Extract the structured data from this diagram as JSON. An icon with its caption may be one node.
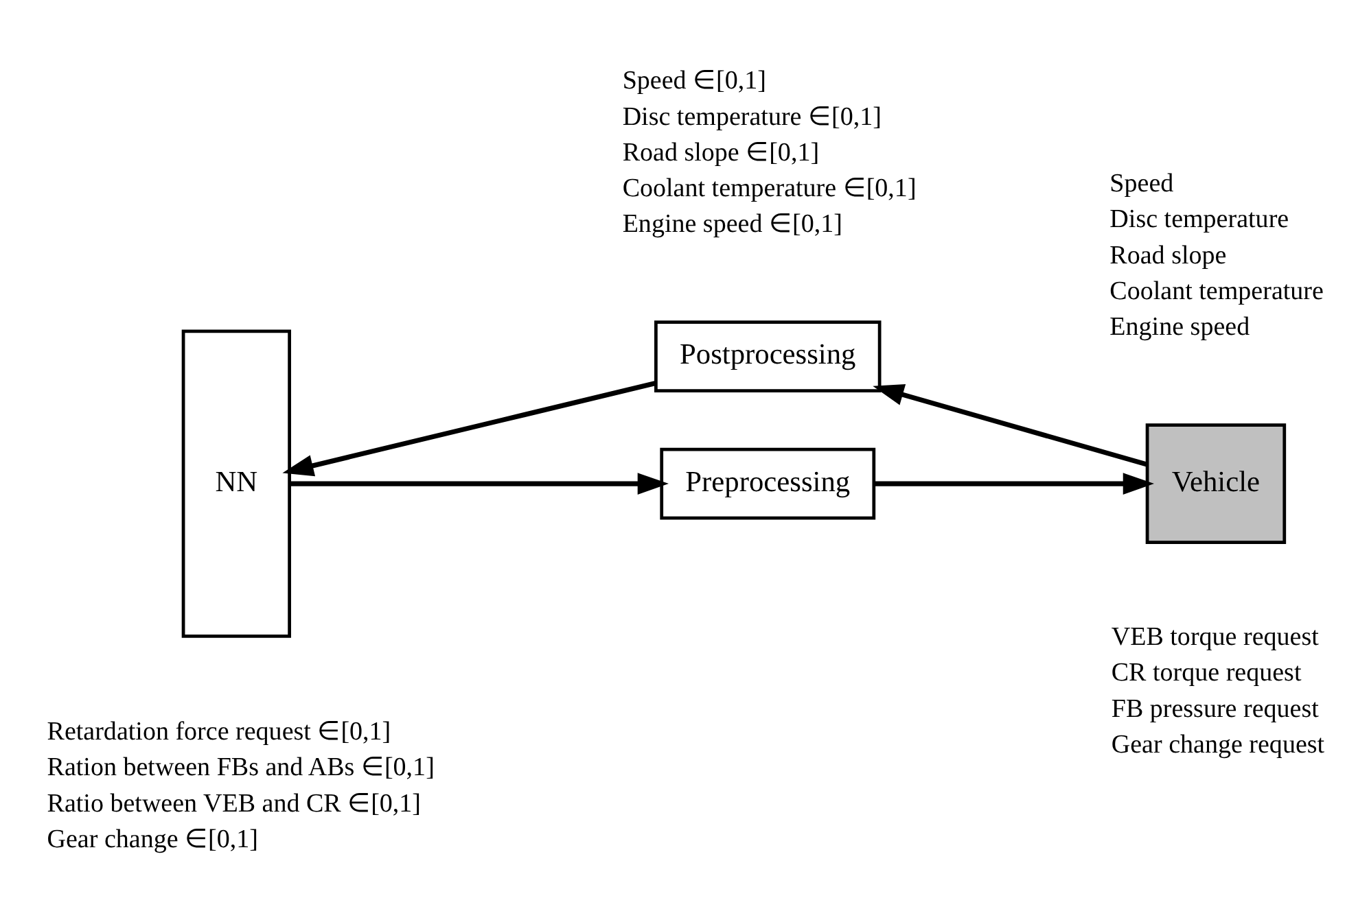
{
  "diagram": {
    "nodes": [
      {
        "text": [
          "NN"
        ]
      },
      {
        "text": [
          "Postprocessing"
        ]
      },
      {
        "text": [
          "Preprocessing"
        ]
      },
      {
        "text": [
          "Vehicle"
        ]
      }
    ],
    "edges": [
      {
        "from": 3,
        "to": 1,
        "arrow": "to"
      },
      {
        "from": 1,
        "to": 0,
        "arrow": "to"
      },
      {
        "from": 0,
        "to": 2,
        "arrow": "to"
      },
      {
        "from": 2,
        "to": 3,
        "arrow": "to"
      }
    ],
    "labels": [
      "Speed ∈[0,1]",
      "Disc temperature ∈[0,1]",
      "Road slope ∈[0,1]",
      "Coolant temperature ∈[0,1]",
      "Engine speed ∈[0,1]",
      "Speed",
      "Disc temperature",
      "Road slope",
      "Coolant temperature",
      "Engine speed",
      "Retardation force request ∈[0,1]",
      "Ration between FBs and ABs ∈[0,1]",
      "Ratio between VEB and CR ∈[0,1]",
      "Gear change ∈[0,1]",
      "VEB torque request",
      "CR torque request",
      "FB pressure request",
      "Gear change request"
    ]
  }
}
